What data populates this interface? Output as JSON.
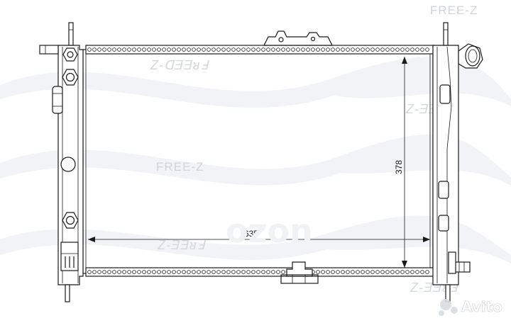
{
  "diagram": {
    "dimensions": {
      "width_label": "635",
      "height_label": "378"
    },
    "watermarks": {
      "brand_top": "FREE-Z",
      "brand_mid": "FREE-Z",
      "slanted_1": "Z-ᗡƎƎᴚℲ",
      "slanted_2": "Z-ƎƎᴚℲ",
      "slanted_3": "Z-ƎƎᴚℲ",
      "slanted_4": "Z-ƎƎᴚℲ",
      "overlay_logo": "ozon",
      "corner_logo": "Avito"
    },
    "colors": {
      "line": "#1a1a1a",
      "watermark": "#cfd4db",
      "background": "#ffffff"
    }
  }
}
